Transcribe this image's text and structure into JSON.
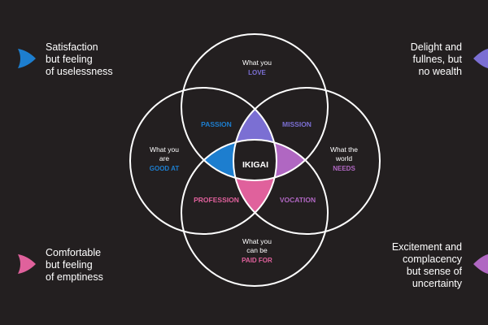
{
  "colors": {
    "background": "#231f20",
    "circle_stroke": "#ffffff",
    "blue": "#1d7ecf",
    "purple": "#7b6fd3",
    "magenta": "#b067c2",
    "pink": "#e0619c",
    "core_fill": "#231f20"
  },
  "circles": {
    "love": {
      "line1": "What you",
      "line2": "LOVE",
      "accent": "#7b6fd3"
    },
    "good_at": {
      "line1": "What you",
      "line2": "are",
      "line3": "GOOD AT",
      "accent": "#1d7ecf"
    },
    "needs": {
      "line1": "What the",
      "line2": "world",
      "line3": "NEEDS",
      "accent": "#b067c2"
    },
    "paid_for": {
      "line1": "What you",
      "line2": "can be",
      "line3": "PAID FOR",
      "accent": "#e0619c"
    }
  },
  "overlaps": {
    "passion": "PASSION",
    "mission": "MISSION",
    "profession": "PROFESSION",
    "vocation": "VOCATION",
    "core": "IKIGAI"
  },
  "corners": {
    "top_left": {
      "lines": [
        "Satisfaction",
        "but feeling",
        "of uselessness"
      ],
      "marker_color": "#1d7ecf",
      "marker_icon": "triangle-marker-icon"
    },
    "top_right": {
      "lines": [
        "Delight and",
        "fullnes, but",
        "no wealth"
      ],
      "marker_color": "#7b6fd3",
      "marker_icon": "triangle-marker-icon"
    },
    "bottom_left": {
      "lines": [
        "Comfortable",
        "but feeling",
        "of emptiness"
      ],
      "marker_color": "#e0619c",
      "marker_icon": "triangle-marker-icon"
    },
    "bottom_right": {
      "lines": [
        "Excitement and",
        "complacency",
        "but sense of",
        "uncertainty"
      ],
      "marker_color": "#b067c2",
      "marker_icon": "triangle-marker-icon"
    }
  }
}
